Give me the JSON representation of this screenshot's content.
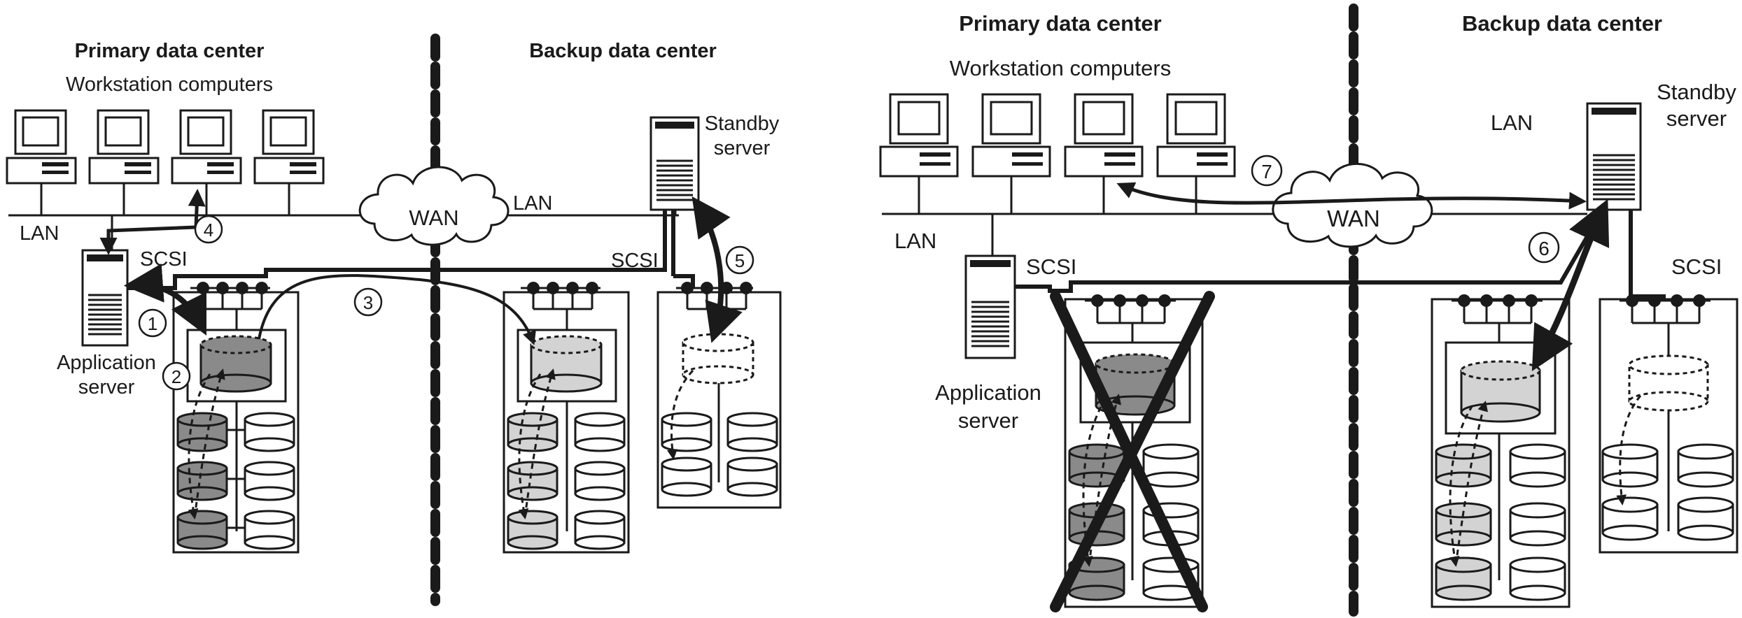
{
  "panels": [
    {
      "primary_title": "Primary data center",
      "backup_title": "Backup data center",
      "workstations_label": "Workstation computers",
      "standby_label_1": "Standby",
      "standby_label_2": "server",
      "wan_label": "WAN",
      "lan_left_label": "LAN",
      "lan_right_label": "LAN",
      "scsi_left_label": "SCSI",
      "scsi_right_label": "SCSI",
      "app_label_1": "Application",
      "app_label_2": "server",
      "steps": [
        "1",
        "2",
        "3",
        "4",
        "5"
      ]
    },
    {
      "primary_title": "Primary data center",
      "backup_title": "Backup data center",
      "workstations_label": "Workstation computers",
      "standby_label_1": "Standby",
      "standby_label_2": "server",
      "wan_label": "WAN",
      "lan_left_label": "LAN",
      "lan_right_label": "LAN",
      "scsi_left_label": "SCSI",
      "scsi_right_label": "SCSI",
      "app_label_1": "Application",
      "app_label_2": "server",
      "steps": [
        "6",
        "7"
      ]
    }
  ],
  "colors": {
    "primary_disk": "#8a8a8a",
    "mirror_disk": "#d3d3d3",
    "empty_disk": "#ffffff",
    "ink": "#1a1a1a"
  }
}
